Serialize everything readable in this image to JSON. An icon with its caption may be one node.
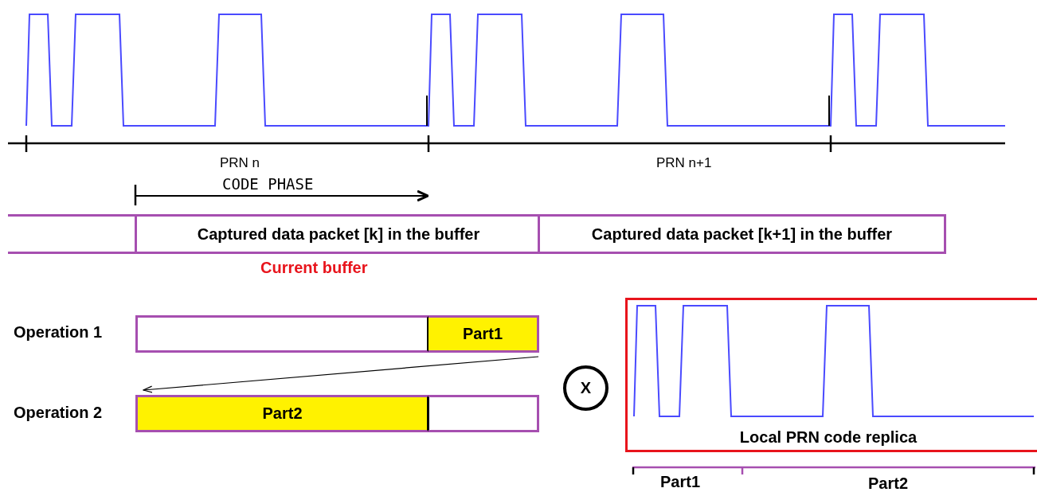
{
  "diagram": {
    "nodes": [
      {
        "text": [],
        "shape": "box"
      },
      {
        "text": [
          "Captured data packet [k] in the buffer"
        ],
        "beside": [
          "Current buffer"
        ]
      },
      {
        "text": [
          "Captured data packet [k+1] in the buffer"
        ]
      },
      {
        "text": [],
        "shape": "box"
      },
      {
        "text": [
          "Part1"
        ]
      },
      {
        "text": [
          "Part2"
        ]
      },
      {
        "text": [],
        "shape": "box"
      },
      {
        "text": [
          "X"
        ]
      },
      {
        "text": [
          "Local PRN code replica"
        ]
      }
    ],
    "edges": [
      {
        "from": 4,
        "to": 5,
        "arrow": "to"
      }
    ],
    "labels": [
      "PRN n",
      "CODE PHASE",
      "PRN n+1",
      "Operation 1",
      "Operation 2",
      "Part1",
      "Part2"
    ]
  }
}
